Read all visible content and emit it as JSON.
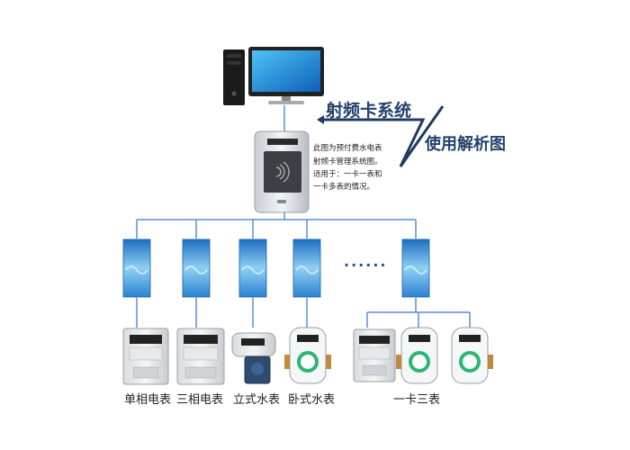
{
  "title": "射频卡系统",
  "subtitle": "使用解析图",
  "description": [
    "此图为预付费水电表",
    "射频卡管理系统图。",
    "适用于：一卡一表和",
    "一卡多表的情况。"
  ],
  "ellipsis": "······",
  "meter_labels": [
    "单相电表",
    "三相电表",
    "立式水表",
    "卧式水表",
    "一卡三表"
  ],
  "colors": {
    "line": "#5b8fd6",
    "arrow": "#1f3a63",
    "monitor_blue": "#1e88e5",
    "card_blue": "#3a9ad9",
    "meter_green": "#2bb673"
  }
}
